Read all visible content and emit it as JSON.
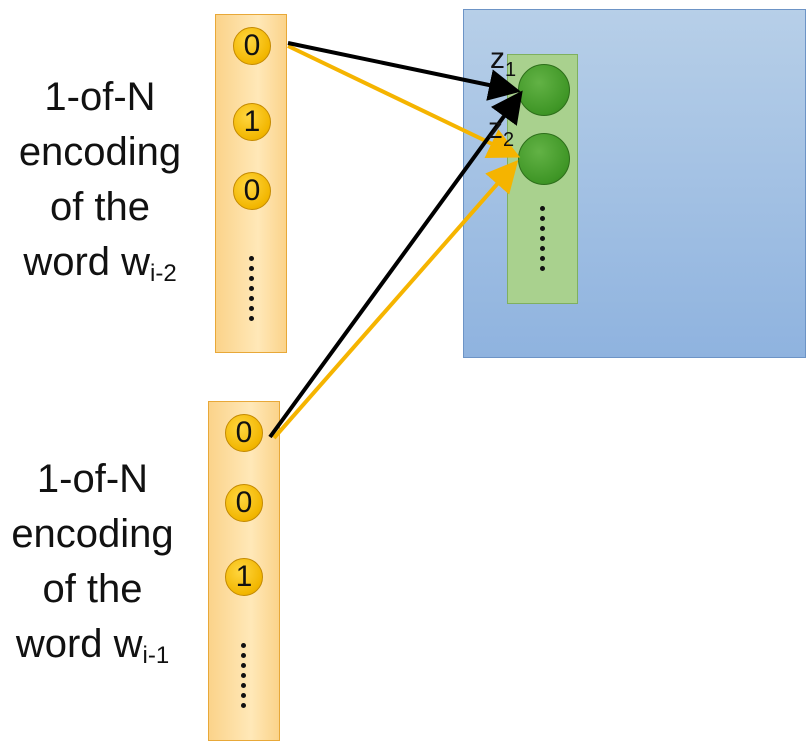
{
  "input_top": {
    "label_lines": [
      "1-of-N",
      "encoding",
      "of the"
    ],
    "label_last_prefix": "word w",
    "label_subscript": "i-2",
    "values": [
      "0",
      "1",
      "0"
    ]
  },
  "input_bottom": {
    "label_lines": [
      "1-of-N",
      "encoding",
      "of the"
    ],
    "label_last_prefix": "word w",
    "label_subscript": "i-1",
    "values": [
      "0",
      "0",
      "1"
    ]
  },
  "hidden": {
    "z1_base": "z",
    "z1_sub": "1",
    "z2_base": "z",
    "z2_sub": "2"
  },
  "colors": {
    "arrow_black": "#000000",
    "arrow_yellow": "#f5b400"
  }
}
